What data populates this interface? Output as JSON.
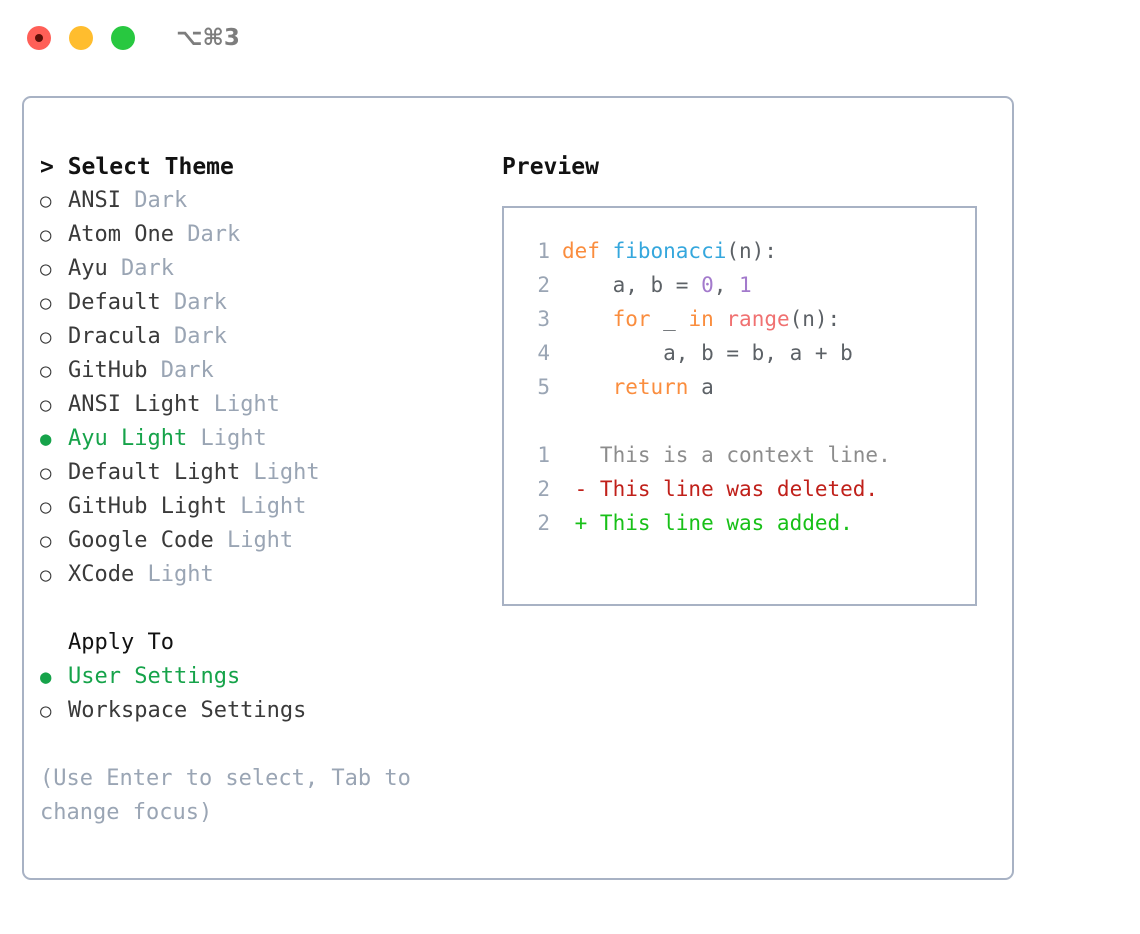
{
  "titlebar": {
    "shortcut": "⌥⌘3",
    "buttons": [
      {
        "name": "close",
        "color": "#ff5f57"
      },
      {
        "name": "minimize",
        "color": "#ffbd2e"
      },
      {
        "name": "maximize",
        "color": "#28c840"
      }
    ]
  },
  "left": {
    "heading": "> Select Theme",
    "themes": [
      {
        "marker": "○",
        "name": "ANSI",
        "category": "Dark",
        "selected": false
      },
      {
        "marker": "○",
        "name": "Atom One",
        "category": "Dark",
        "selected": false
      },
      {
        "marker": "○",
        "name": "Ayu",
        "category": "Dark",
        "selected": false
      },
      {
        "marker": "○",
        "name": "Default",
        "category": "Dark",
        "selected": false
      },
      {
        "marker": "○",
        "name": "Dracula",
        "category": "Dark",
        "selected": false
      },
      {
        "marker": "○",
        "name": "GitHub",
        "category": "Dark",
        "selected": false
      },
      {
        "marker": "○",
        "name": "ANSI Light",
        "category": "Light",
        "selected": false
      },
      {
        "marker": "●",
        "name": "Ayu Light",
        "category": "Light",
        "selected": true
      },
      {
        "marker": "○",
        "name": "Default Light",
        "category": "Light",
        "selected": false
      },
      {
        "marker": "○",
        "name": "GitHub Light",
        "category": "Light",
        "selected": false
      },
      {
        "marker": "○",
        "name": "Google Code",
        "category": "Light",
        "selected": false
      },
      {
        "marker": "○",
        "name": "XCode",
        "category": "Light",
        "selected": false
      }
    ],
    "apply_to": {
      "heading": "Apply To",
      "options": [
        {
          "marker": "●",
          "label": "User Settings",
          "selected": true
        },
        {
          "marker": "○",
          "label": "Workspace Settings",
          "selected": false
        }
      ]
    },
    "hint": "(Use Enter to select, Tab to change focus)"
  },
  "right": {
    "heading": "Preview",
    "code": {
      "lines": [
        {
          "ln": "1",
          "tokens": [
            {
              "t": "def ",
              "c": "kw"
            },
            {
              "t": "fibonacci",
              "c": "fn"
            },
            {
              "t": "(n):",
              "c": "pl"
            }
          ]
        },
        {
          "ln": "2",
          "tokens": [
            {
              "t": "    a, b = ",
              "c": "pl"
            },
            {
              "t": "0",
              "c": "num"
            },
            {
              "t": ", ",
              "c": "pl"
            },
            {
              "t": "1",
              "c": "num"
            }
          ]
        },
        {
          "ln": "3",
          "tokens": [
            {
              "t": "    ",
              "c": "pl"
            },
            {
              "t": "for",
              "c": "kw"
            },
            {
              "t": " _ ",
              "c": "pl"
            },
            {
              "t": "in",
              "c": "kw"
            },
            {
              "t": " ",
              "c": "pl"
            },
            {
              "t": "range",
              "c": "bif"
            },
            {
              "t": "(n):",
              "c": "pl"
            }
          ]
        },
        {
          "ln": "4",
          "tokens": [
            {
              "t": "        a, b = b, a + b",
              "c": "pl"
            }
          ]
        },
        {
          "ln": "5",
          "tokens": [
            {
              "t": "    ",
              "c": "pl"
            },
            {
              "t": "return",
              "c": "kw"
            },
            {
              "t": " a",
              "c": "pl"
            }
          ]
        }
      ]
    },
    "diff": {
      "lines": [
        {
          "ln": "1",
          "sign": " ",
          "text": "This is a context line.",
          "kind": "ctx"
        },
        {
          "ln": "2",
          "sign": "-",
          "text": "This line was deleted.",
          "kind": "del"
        },
        {
          "ln": "2",
          "sign": "+",
          "text": "This line was added.",
          "kind": "add"
        }
      ]
    }
  },
  "colors": {
    "accent_green": "#16a34a",
    "border": "#a8b2c4",
    "muted": "#9aa5b4",
    "keyword": "#fa8d3e",
    "function": "#35a7dd",
    "builtin": "#f07171",
    "number": "#a37acc",
    "plain": "#5c6166",
    "diff_del": "#c0201a",
    "diff_add": "#18c018",
    "diff_ctx": "#8c8c8c"
  }
}
